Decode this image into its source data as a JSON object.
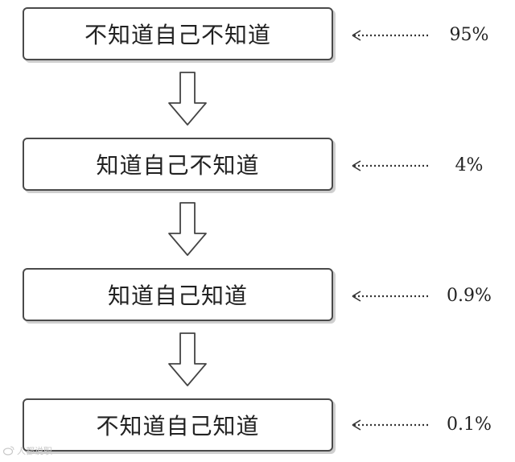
{
  "levels": [
    {
      "label": "不知道自己不知道",
      "percent": "95%"
    },
    {
      "label": "知道自己不知道",
      "percent": "4%"
    },
    {
      "label": "知道自己知道",
      "percent": "0.9%"
    },
    {
      "label": "不知道自己知道",
      "percent": "0.1%"
    }
  ],
  "watermark": {
    "text": "人都说职"
  },
  "colors": {
    "border": "#4a4a4a",
    "shadow": "#cfcfcf",
    "text": "#222222"
  },
  "icons": {
    "down": "hollow-down-arrow-icon",
    "pointer": "dotted-left-arrow-icon",
    "watermark": "weibo-logo-icon"
  }
}
